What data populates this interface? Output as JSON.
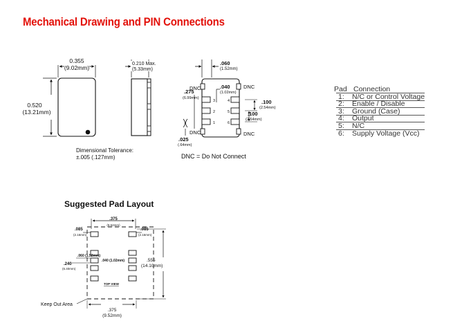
{
  "title": "Mechanical Drawing and PIN Connections",
  "mech": {
    "width_in": "0.355",
    "width_mm": "(9.02mm)",
    "height_in": "0.520",
    "height_mm": "(13.21mm)",
    "depth_in": "0.210 Max.",
    "depth_mm": "(5.33mm)",
    "tolerance_line1": "Dimensional Tolerance:",
    "tolerance_line2": "±.005 (.127mm)"
  },
  "pinout": {
    "dim_060": ".060",
    "dim_060_mm": "(1.52mm)",
    "dim_040": ".040",
    "dim_040_mm": "(1.02mm)",
    "dim_275": ".275",
    "dim_275_mm": "(6.99mm)",
    "dim_100a": ".100",
    "dim_100a_mm": "(2.54mm)",
    "dim_100b": ".100",
    "dim_100b_mm": "(2.54mm)",
    "dim_025": ".025",
    "dim_025_mm": "(.64mm)",
    "dnc": "DNC",
    "pin_numbers": [
      "3",
      "4",
      "2",
      "5",
      "1",
      "6"
    ],
    "legend": "DNC = Do Not Connect"
  },
  "pin_table": {
    "header_pad": "Pad",
    "header_connection": "Connection",
    "rows": [
      {
        "pad": "1:",
        "connection": "N/C or Control Voltage"
      },
      {
        "pad": "2:",
        "connection": "Enable / Disable"
      },
      {
        "pad": "3:",
        "connection": "Ground (Case)"
      },
      {
        "pad": "4:",
        "connection": "Output"
      },
      {
        "pad": "5:",
        "connection": "N/C"
      },
      {
        "pad": "6:",
        "connection": "Supply  Voltage  (Vcc)"
      }
    ]
  },
  "pad_layout": {
    "title": "Suggested Pad Layout",
    "dim_375_top": ".375",
    "dim_375_top_mm": "(9.52mm)",
    "dim_085_left": ".085",
    "dim_085_left_mm": "(2.16mm)",
    "dim_085_right": ".085",
    "dim_085_right_mm": "(2.16mm)",
    "dim_060": ".060 (1.52mm)",
    "dim_040": ".040 (1.02mm)",
    "dim_240": ".240",
    "dim_240_mm": "(6.40mm)",
    "dim_555": ".555",
    "dim_555_mm": "(14.10mm)",
    "top_view": "TOP VIEW",
    "keep_out": "Keep Out Area",
    "dim_375_bottom": ".375",
    "dim_375_bottom_mm": "(9.52mm)"
  }
}
